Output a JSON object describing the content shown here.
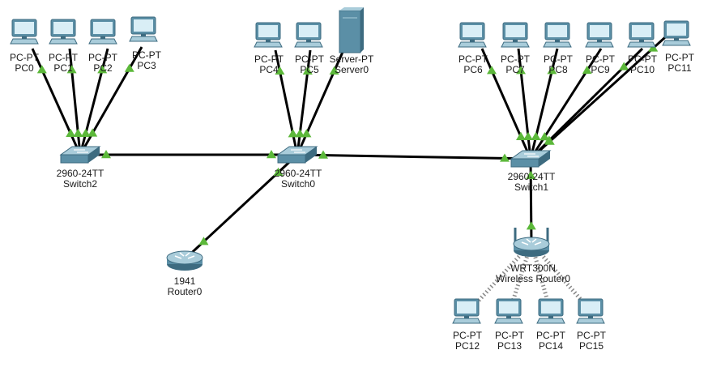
{
  "topology": {
    "pcs": [
      {
        "id": "pc0",
        "model": "PC-PT",
        "name": "PC0"
      },
      {
        "id": "pc1",
        "model": "PC-PT",
        "name": "PC1"
      },
      {
        "id": "pc2",
        "model": "PC-PT",
        "name": "PC2"
      },
      {
        "id": "pc3",
        "model": "PC-PT",
        "name": "PC3"
      },
      {
        "id": "pc4",
        "model": "PC-PT",
        "name": "PC4"
      },
      {
        "id": "pc5",
        "model": "PC-PT",
        "name": "PC5"
      },
      {
        "id": "pc6",
        "model": "PC-PT",
        "name": "PC6"
      },
      {
        "id": "pc7",
        "model": "PC-PT",
        "name": "PC7"
      },
      {
        "id": "pc8",
        "model": "PC-PT",
        "name": "PC8"
      },
      {
        "id": "pc9",
        "model": "PC-PT",
        "name": "PC9"
      },
      {
        "id": "pc10",
        "model": "PC-PT",
        "name": "PC10"
      },
      {
        "id": "pc11",
        "model": "PC-PT",
        "name": "PC11"
      },
      {
        "id": "pc12",
        "model": "PC-PT",
        "name": "PC12"
      },
      {
        "id": "pc13",
        "model": "PC-PT",
        "name": "PC13"
      },
      {
        "id": "pc14",
        "model": "PC-PT",
        "name": "PC14"
      },
      {
        "id": "pc15",
        "model": "PC-PT",
        "name": "PC15"
      }
    ],
    "server": {
      "id": "server0",
      "model": "Server-PT",
      "name": "Server0"
    },
    "switches": [
      {
        "id": "switch2",
        "model": "2960-24TT",
        "name": "Switch2"
      },
      {
        "id": "switch0",
        "model": "2960-24TT",
        "name": "Switch0"
      },
      {
        "id": "switch1",
        "model": "2960-24TT",
        "name": "Switch1"
      }
    ],
    "router": {
      "id": "router0",
      "model": "1941",
      "name": "Router0"
    },
    "wireless_router": {
      "id": "wrouter0",
      "model": "WRT300N",
      "name": "Wireless Router0"
    },
    "links": [
      {
        "from": "pc0",
        "to": "switch2",
        "type": "wired"
      },
      {
        "from": "pc1",
        "to": "switch2",
        "type": "wired"
      },
      {
        "from": "pc2",
        "to": "switch2",
        "type": "wired"
      },
      {
        "from": "pc3",
        "to": "switch2",
        "type": "wired"
      },
      {
        "from": "pc4",
        "to": "switch0",
        "type": "wired"
      },
      {
        "from": "pc5",
        "to": "switch0",
        "type": "wired"
      },
      {
        "from": "server0",
        "to": "switch0",
        "type": "wired"
      },
      {
        "from": "pc6",
        "to": "switch1",
        "type": "wired"
      },
      {
        "from": "pc7",
        "to": "switch1",
        "type": "wired"
      },
      {
        "from": "pc8",
        "to": "switch1",
        "type": "wired"
      },
      {
        "from": "pc9",
        "to": "switch1",
        "type": "wired"
      },
      {
        "from": "pc10",
        "to": "switch1",
        "type": "wired"
      },
      {
        "from": "pc11",
        "to": "switch1",
        "type": "wired"
      },
      {
        "from": "switch2",
        "to": "switch0",
        "type": "wired"
      },
      {
        "from": "switch0",
        "to": "switch1",
        "type": "wired"
      },
      {
        "from": "switch0",
        "to": "router0",
        "type": "wired"
      },
      {
        "from": "switch1",
        "to": "wrouter0",
        "type": "wired"
      },
      {
        "from": "wrouter0",
        "to": "pc12",
        "type": "wireless"
      },
      {
        "from": "wrouter0",
        "to": "pc13",
        "type": "wireless"
      },
      {
        "from": "wrouter0",
        "to": "pc14",
        "type": "wireless"
      },
      {
        "from": "wrouter0",
        "to": "pc15",
        "type": "wireless"
      }
    ]
  },
  "colors": {
    "link": "#000000",
    "status_up": "#5cb83a",
    "device_body": "#5b8fa6",
    "device_dark": "#3d6b80",
    "device_light": "#a9ccda",
    "screen": "#d9eef6",
    "label": "#1a1a1a"
  }
}
